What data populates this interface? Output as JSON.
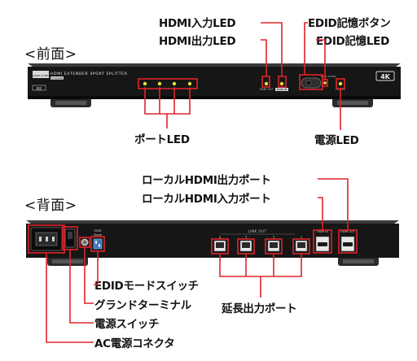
{
  "front": {
    "section_label": "<前面>",
    "callouts": {
      "hdmi_in_led": "HDMI入力LED",
      "hdmi_out_led": "HDMI出力LED",
      "edid_button": "EDID記憶ボタン",
      "edid_led": "EDID記憶LED",
      "port_led": "ポートLED",
      "power_led": "電源LED"
    },
    "device": {
      "logo": "SANWA SUPPLY",
      "product_name": "HDMI EXTENDER 4PORT SPLITTER",
      "model": "VGA-EXHDL4",
      "badge": "4K",
      "hdmi_out_label": "HDMI OUT",
      "hdmi_in_label": "HDMI IN",
      "edid_store_label": "EDID STORE",
      "power_label": "POWER",
      "rec_label": "認定",
      "port_numbers": [
        "1",
        "2",
        "3",
        "4"
      ]
    }
  },
  "back": {
    "section_label": "<背面>",
    "callouts": {
      "local_hdmi_out": "ローカルHDMI出力ポート",
      "local_hdmi_in": "ローカルHDMI入力ポート",
      "edid_mode_switch": "EDIDモードスイッチ",
      "ground_terminal": "グランドターミナル",
      "power_switch": "電源スイッチ",
      "ac_connector": "AC電源コネクタ",
      "extension_ports": "延長出力ポート"
    },
    "device": {
      "link_out_label": "LINK OUT",
      "port_numbers": [
        "4",
        "3",
        "2",
        "1"
      ],
      "hdmi_in_label": "HDMI IN",
      "hdmi_out_label": "HDMI OUT",
      "edid_label": "EDID",
      "mode_label": "Mode"
    }
  },
  "colors": {
    "callout_line": "#e0232a",
    "device_body": "#161616",
    "led": "#e8e23a"
  }
}
